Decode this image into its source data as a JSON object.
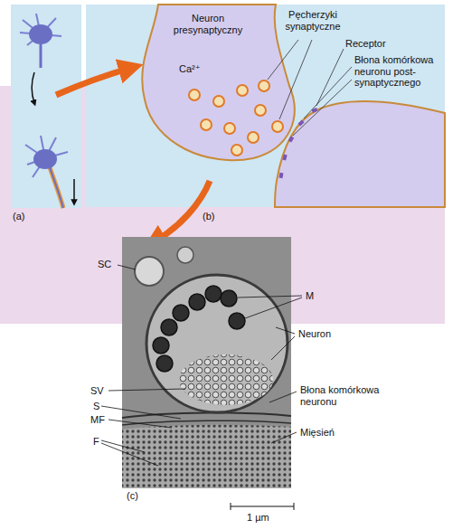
{
  "diagram": {
    "labels": [
      "Neuron presynaptyczny",
      "Pęcherzyki synaptyczne",
      "Ca²⁺",
      "Receptor",
      "Błona komórkowa neuronu post- synaptycznego",
      "(a)",
      "(b)",
      "SC",
      "M",
      "Neuron",
      "SV",
      "S",
      "MF",
      "F",
      "Błona komórkowa neuronu",
      "Mięsień",
      "(c)",
      "1 µm"
    ]
  }
}
